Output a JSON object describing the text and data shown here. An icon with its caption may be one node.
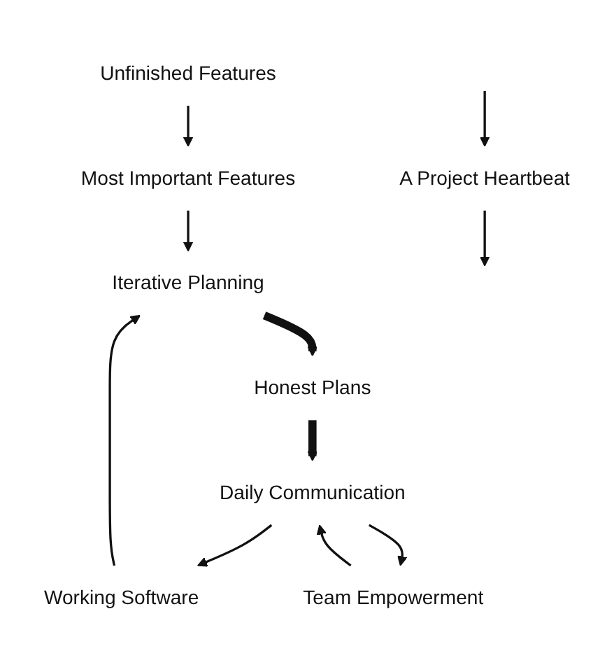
{
  "diagram": {
    "nodes": [
      {
        "text": [
          "Unfinished Features"
        ]
      },
      {
        "text": [
          "Most Important Features"
        ]
      },
      {
        "text": [
          "Iterative Planning"
        ]
      },
      {
        "text": [
          "Honest Plans"
        ]
      },
      {
        "text": [
          "Daily Communication"
        ]
      },
      {
        "text": [
          "Working Software"
        ]
      },
      {
        "text": [
          "A Project Heartbeat"
        ]
      },
      {
        "text": [
          "Team Empowerment"
        ]
      }
    ],
    "edges": [
      {
        "from": 0,
        "to": 1,
        "arrow": "to"
      },
      {
        "from": 1,
        "to": 2,
        "arrow": "to"
      },
      {
        "from": 2,
        "to": 3,
        "arrow": "to",
        "style": "thick"
      },
      {
        "from": 3,
        "to": 4,
        "arrow": "to",
        "style": "thick"
      },
      {
        "from": 4,
        "to": 5,
        "arrow": "to"
      },
      {
        "from": 5,
        "to": 2,
        "arrow": "to"
      },
      {
        "from": null,
        "to": 6,
        "arrow": "to"
      },
      {
        "from": 6,
        "to": null,
        "arrow": "to"
      },
      {
        "from": 4,
        "to": 7,
        "arrow": "to"
      },
      {
        "from": 7,
        "to": 4,
        "arrow": "to"
      }
    ]
  }
}
